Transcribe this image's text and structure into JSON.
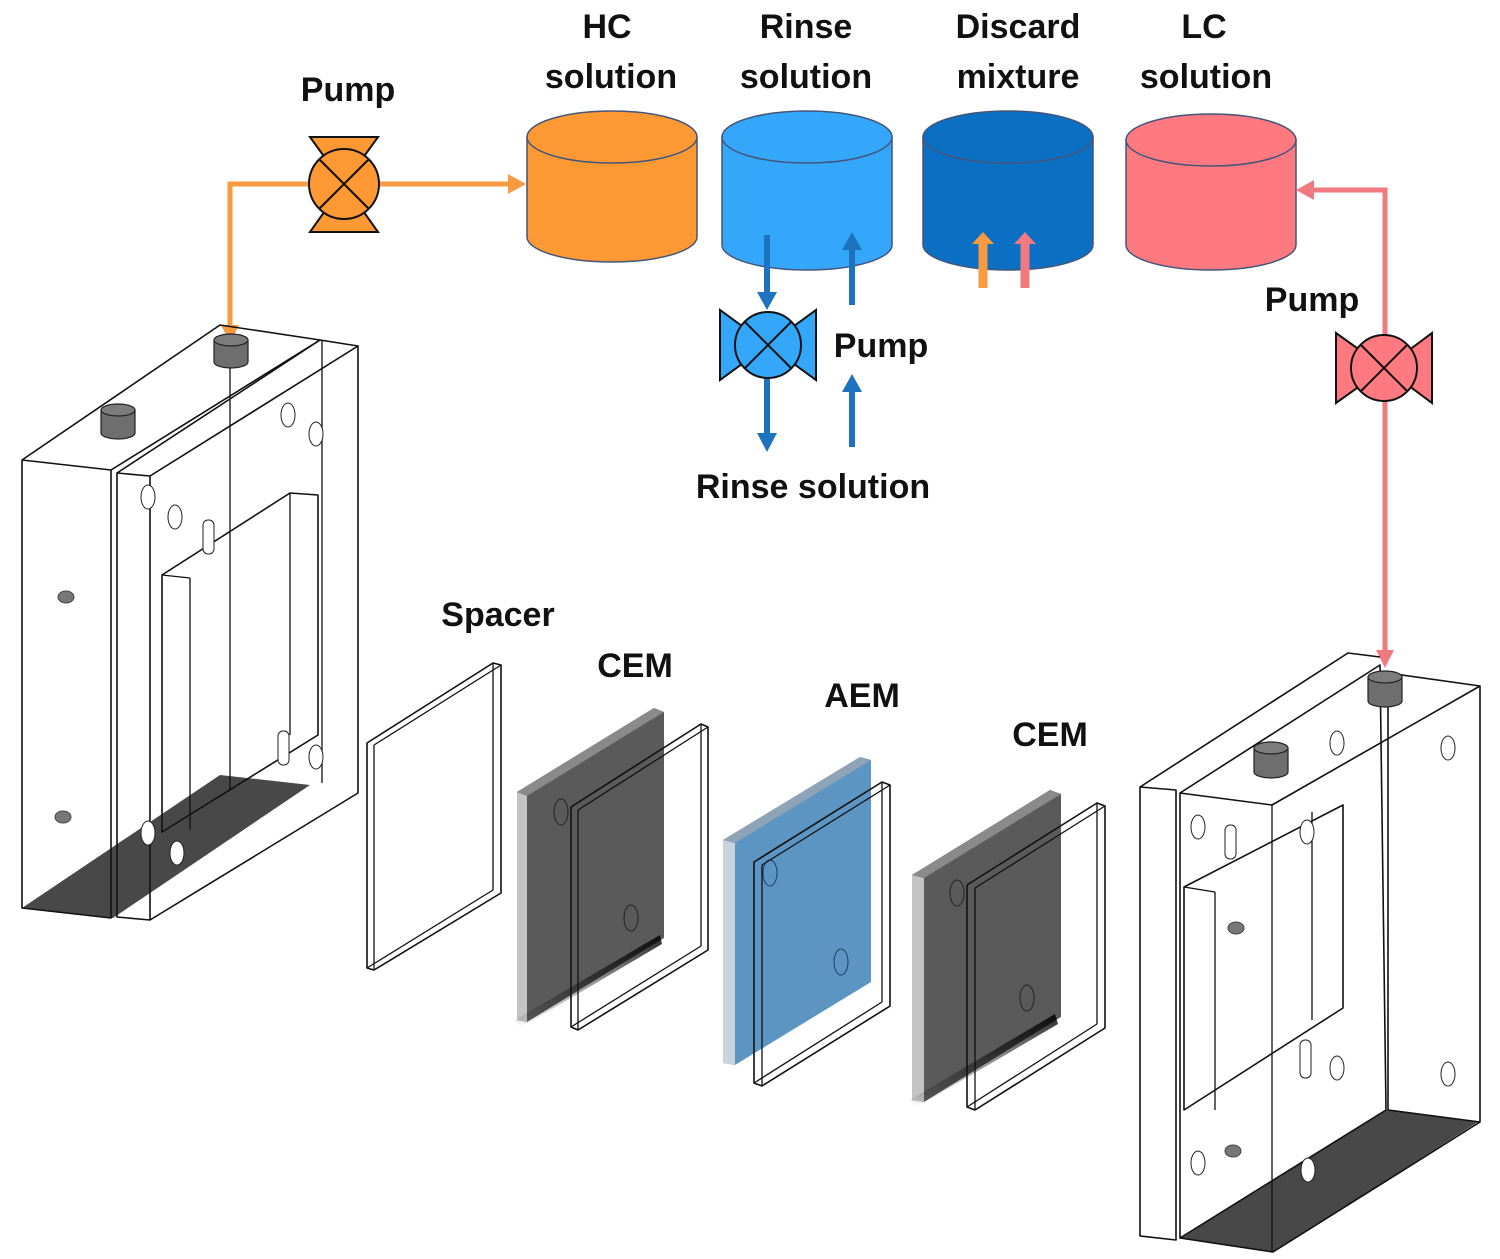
{
  "colors": {
    "hc": "#FF9933",
    "hc_line": "#F79A40",
    "rinse": "#35A7FA",
    "rinse_line": "#1E73BE",
    "discard": "#0B6FC4",
    "lc": "#FF7A80",
    "lc_line": "#F07A7F",
    "cem": "#5A5A5A",
    "cem_edge": "#C4C4C4",
    "aem": "#5D95C2",
    "aem_edge": "#C9D3DE",
    "port": "#6E6E6E",
    "plate_floor": "#484848"
  },
  "tanks": [
    {
      "id": "hc",
      "line1": "HC",
      "line2": "solution"
    },
    {
      "id": "rinse",
      "line1": "Rinse",
      "line2": "solution"
    },
    {
      "id": "discard",
      "line1": "Discard",
      "line2": "mixture"
    },
    {
      "id": "lc",
      "line1": "LC",
      "line2": "solution"
    }
  ],
  "pumps": {
    "hc": {
      "label": "Pump"
    },
    "rinse": {
      "label": "Pump"
    },
    "lc": {
      "label": "Pump"
    }
  },
  "rinse_source": {
    "label": "Rinse solution"
  },
  "stack": {
    "spacer": {
      "label": "Spacer"
    },
    "cem_left": {
      "label": "CEM"
    },
    "aem": {
      "label": "AEM"
    },
    "cem_right": {
      "label": "CEM"
    }
  }
}
